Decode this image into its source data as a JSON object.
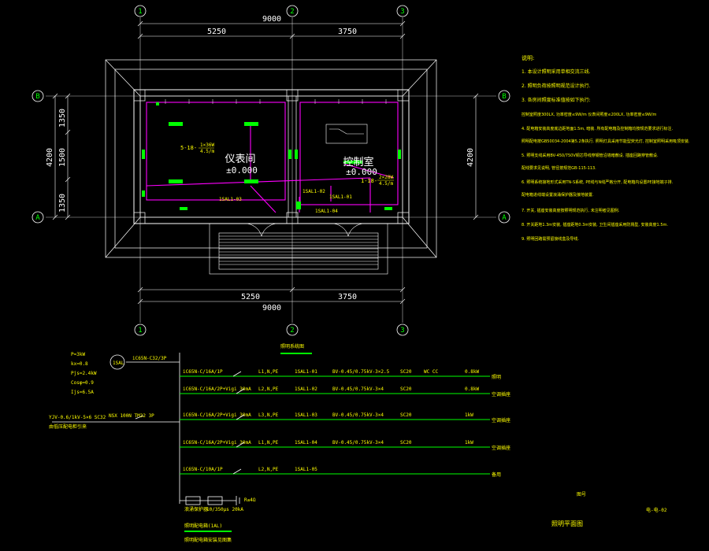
{
  "plan": {
    "axes_top": [
      "1",
      "2",
      "3"
    ],
    "axes_bottom": [
      "1",
      "2",
      "3"
    ],
    "axes_left": [
      "B",
      "A"
    ],
    "axes_right": [
      "B",
      "A"
    ],
    "dim_total_top": "9000",
    "dim_seg_top": [
      "5250",
      "3750"
    ],
    "dim_total_bottom": "9000",
    "dim_seg_bottom": [
      "5250",
      "3750"
    ],
    "dim_left": [
      "1350",
      "1500",
      "1350"
    ],
    "dim_left_total": "4200",
    "dim_right_total": "4200",
    "room1_name": "仪表间",
    "room1_level": "±0.000",
    "room2_name": "控制室",
    "room2_level": "±0.000",
    "lamp1_label": "5-18-",
    "lamp1_spec": "1×36W",
    "lamp1_height": "4.5/m",
    "lamp2_label": "1-18-",
    "lamp2_spec": "2×28W",
    "lamp2_height": "4.5/m",
    "circuit_labels": [
      "1SAL1-03",
      "1SAL1-02",
      "1SAL1-01",
      "1SAL1-04"
    ]
  },
  "notes": {
    "title": "说明:",
    "lines": [
      "1. 本设计照明采用单相交流三线.",
      "2. 照明负荷按照明规范设计执行.",
      "3. 各房间照度标准值按如下执行:",
      "控制室照度300LX, 功率密度≤9W/m          仪表间照度≤200LX, 功率密度≤9W/m",
      "4. 配电箱安装高度底边距地面1.5m, 暗装. 所有配电箱及控制箱均按规范要求进行标注.",
      "照明配电按GB50034-2004第5.2条执行. 照明灯具采用节能型荧光灯, 控制室照明采用吸顶安装.",
      "5. 照明支线采用BV-450/750V铜芯导线穿钢管沿墙暗敷设. 插座回路穿管敷设.",
      "配线要求见说明, 管径按规范GB-115-113.",
      "6. 照明系统接地形式采用TN-S系统, PE线与N线严格分开, 配电箱内设置PE接地端子排.",
      "配电箱进线端设置浪涌保护器及接地装置.",
      "7. 开关, 插座安装高度按照明规范执行, 未注明者见图例.",
      "8. 开关距地1.3m安装, 插座距地0.3m安装, 卫生间插座采用防溅型, 安装高度1.5m.",
      "9. 照明回路需预留接线盒及导线."
    ]
  },
  "system": {
    "title": "照明系统图",
    "params": [
      "P=3kW",
      "kx=0.8",
      "Pjs=2.4kW",
      "Cosφ=0.9",
      "Ijs=6.5A"
    ],
    "panel": "1SAL",
    "main_breaker": "iC65N-C32/3P",
    "incoming_cable": "YJV-0.6/1kV-5×6 SC32",
    "incoming_note": "由低压配电柜引来",
    "isolator": "NSX 100N TM32 3P",
    "circuits": [
      {
        "breaker": "iC65N-C/16A/1P",
        "phase": "L1,N,PE",
        "id": "1SAL1-01",
        "cable": "BV-0.45/0.75kV-3×2.5",
        "conduit": "SC20",
        "laying": "WC CC",
        "power": "0.8kW",
        "use": "照明"
      },
      {
        "breaker": "iC65N-C/16A/2P+Vigi 30mA",
        "phase": "L2,N,PE",
        "id": "1SAL1-02",
        "cable": "BV-0.45/0.75kV-3×4",
        "conduit": "SC20",
        "laying": "",
        "power": "0.8kW",
        "use": "空调插座"
      },
      {
        "breaker": "iC65N-C/16A/2P+Vigi 30mA",
        "phase": "L3,N,PE",
        "id": "1SAL1-03",
        "cable": "BV-0.45/0.75kV-3×4",
        "conduit": "SC20",
        "laying": "",
        "power": "1kW",
        "use": "空调插座"
      },
      {
        "breaker": "iC65N-C/16A/2P+Vigi 30mA",
        "phase": "L1,N,PE",
        "id": "1SAL1-04",
        "cable": "BV-0.45/0.75kV-3×4",
        "conduit": "SC20",
        "laying": "",
        "power": "1kW",
        "use": "空调插座"
      },
      {
        "breaker": "iC65N-C/10A/1P",
        "phase": "L2,N,PE",
        "id": "1SAL1-05",
        "cable": "",
        "conduit": "",
        "laying": "",
        "power": "",
        "use": "备用"
      }
    ],
    "spd_label": "浪涌保护器",
    "spd_spec": "10/350μs 20kA",
    "ground_label": "R≤4Ω",
    "bottom_note": "照明配电箱(1AL)",
    "bottom_note2": "照明配电箱安装见图集"
  },
  "titleblock": {
    "label": "照明平面图",
    "ref": "图号",
    "drawing_no": "电-电-02"
  },
  "colors": {
    "axis": "#ffffff",
    "wall": "#ffffff",
    "wiring": "#ff00ff",
    "fixture": "#00ff00",
    "text": "#ffff00",
    "dim": "#ffffff"
  }
}
